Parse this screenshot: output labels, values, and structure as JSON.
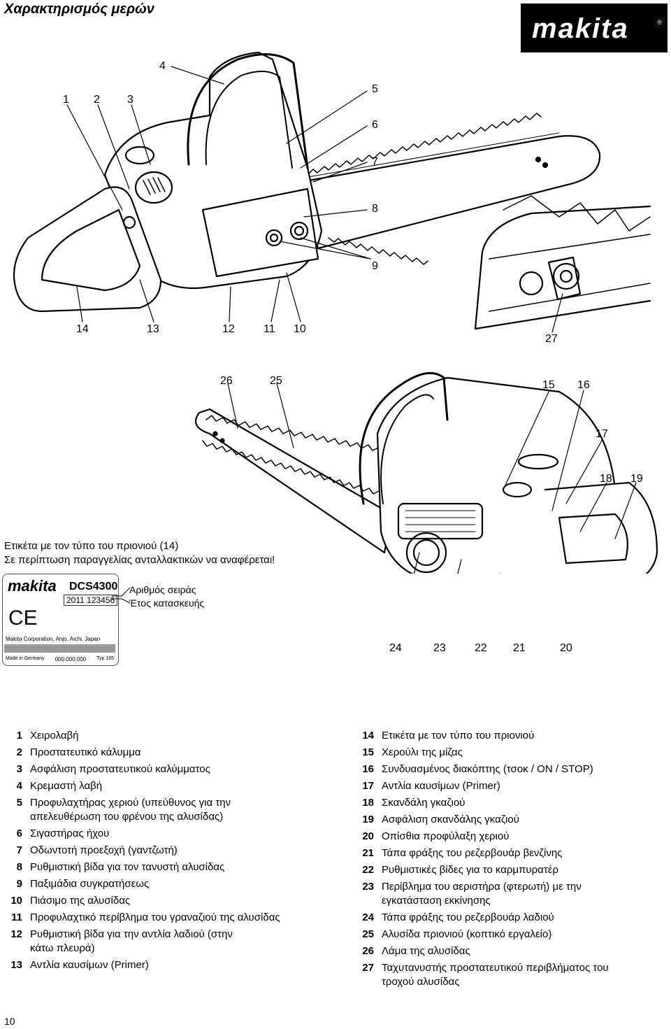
{
  "header": {
    "title": "Χαρακτηρισμός μερών",
    "logo": "makita"
  },
  "callouts": {
    "c1": "1",
    "c2": "2",
    "c3": "3",
    "c4": "4",
    "c5": "5",
    "c6": "6",
    "c7": "7",
    "c8": "8",
    "c9": "9",
    "c14": "14",
    "c13": "13",
    "c12": "12",
    "c11": "11",
    "c10": "10",
    "c27": "27",
    "c26": "26",
    "c25": "25",
    "c15": "15",
    "c16": "16",
    "c17": "17",
    "c18": "18",
    "c19": "19",
    "c24": "24",
    "c23": "23",
    "c22": "22",
    "c21": "21",
    "c20": "20"
  },
  "label_caption": {
    "line1": "Ετικέτα με τον τύπο του πριονιού (14)",
    "line2": "Σε περίπτωση παραγγελίας ανταλλακτικών να αναφέρεται!"
  },
  "plate": {
    "brand": "makita",
    "model": "DCS4300",
    "serial": "2011 123456",
    "ce": "CE",
    "corp": "Makita Corporation, Anjo, Aichi, Japan",
    "made": "Made in Germany",
    "code": "000.000.000",
    "typ": "Typ 195"
  },
  "serial_labels": {
    "line1": "Αριθμός σειράς",
    "line2": "Έτος κατασκευής"
  },
  "parts_left": [
    {
      "num": "1",
      "label": "Χειρολαβή"
    },
    {
      "num": "2",
      "label": "Προστατευτικό κάλυμμα"
    },
    {
      "num": "3",
      "label": "Ασφάλιση προστατευτικού καλύμματος"
    },
    {
      "num": "4",
      "label": "Κρεμαστή λαβή"
    },
    {
      "num": "5",
      "label": "Προφυλαχτήρας χεριού (υπεύθυνος για την απελευθέρωση του φρένου της αλυσίδας)"
    },
    {
      "num": "6",
      "label": "Σιγαστήρας ήχου"
    },
    {
      "num": "7",
      "label": "Οδωντοτή προεξοχή (γαντζωτή)"
    },
    {
      "num": "8",
      "label": "Ρυθμιστική βίδα για τον τανυστή αλυσίδας"
    },
    {
      "num": "9",
      "label": "Παξιμάδια συγκρατήσεως"
    },
    {
      "num": "10",
      "label": "Πιάσιμο της αλυσίδας"
    },
    {
      "num": "11",
      "label": "Προφυλαχτικό περίβλημα του γραναζιού της  αλυσίδας"
    },
    {
      "num": "12",
      "label": "Ρυθμιστική βίδα για την αντλία λαδιού (στην κάτω πλευρά)"
    },
    {
      "num": "13",
      "label": "Αντλία καυσίμων (Primer)"
    }
  ],
  "parts_right": [
    {
      "num": "14",
      "label": "Ετικέτα με τον τύπο του πριονιού"
    },
    {
      "num": "15",
      "label": "Χερούλι της μίζας"
    },
    {
      "num": "16",
      "label": "Συνδυασμένος διακόπτης (τσοκ / ON / STOP)"
    },
    {
      "num": "17",
      "label": "Αντλία καυσίμων (Primer)"
    },
    {
      "num": "18",
      "label": "Σκανδάλη γκαζιού"
    },
    {
      "num": "19",
      "label": "Ασφάλιση σκανδάλης γκαζιού"
    },
    {
      "num": "20",
      "label": "Οπίσθια προφύλαξη χεριού"
    },
    {
      "num": "21",
      "label": "Τάπα φράξης του ρεζερβουάρ βενζίνης"
    },
    {
      "num": "22",
      "label": "Ρυθμιστικές βίδες για το καρμπυρατέρ"
    },
    {
      "num": "23",
      "label": "Περίβλημα του αεριστήρα (φτερωτή) με την εγκατάσταση εκκίνησης"
    },
    {
      "num": "24",
      "label": "Τάπα φράξης του ρεζερβουάρ λαδιού"
    },
    {
      "num": "25",
      "label": "Αλυσίδα πριονιού (κοπτικό εργαλείο)"
    },
    {
      "num": "26",
      "label": "Λάμα της αλυσίδας"
    },
    {
      "num": "27",
      "label": "Ταχυτανυστής προστατευτικού περιβλήματος του τροχού αλυσίδας"
    }
  ],
  "footer": {
    "page": "10"
  }
}
